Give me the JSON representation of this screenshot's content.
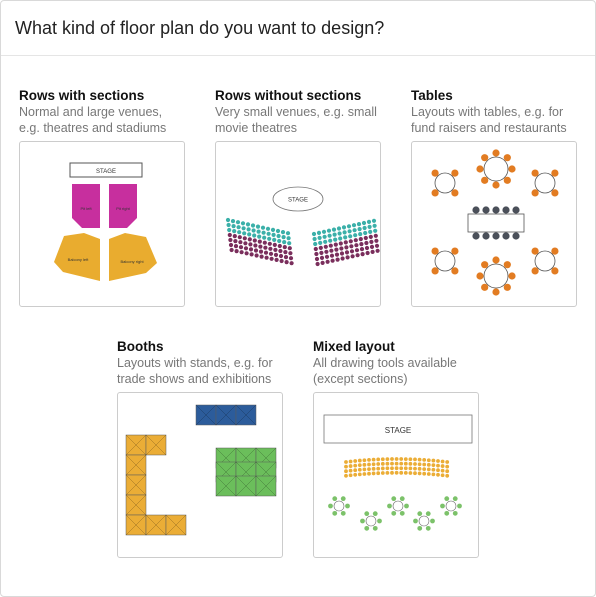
{
  "dialog": {
    "title": "What kind of floor plan do you want to design?"
  },
  "options": [
    {
      "title": "Rows with sections",
      "description_line1": "Normal and large venues,",
      "description_line2": "e.g. theatres and stadiums",
      "preview": {
        "stage_label": "STAGE",
        "sections": [
          "Pit left",
          "Pit right",
          "Balcony left",
          "Balcony right"
        ],
        "colors": {
          "pit": "#c72f9e",
          "balcony": "#e9ac2f"
        }
      }
    },
    {
      "title": "Rows without sections",
      "description_line1": "Very small venues, e.g. small",
      "description_line2": "movie theatres",
      "preview": {
        "stage_label": "STAGE",
        "colors": {
          "front_rows": "#3bb0a9",
          "back_rows": "#7a2e5c"
        }
      }
    },
    {
      "title": "Tables",
      "description_line1": "Layouts with tables, e.g. for",
      "description_line2": "fund raisers and restaurants",
      "preview": {
        "colors": {
          "chair": "#e27c22",
          "long_table_chair": "#4a4f59"
        }
      }
    },
    {
      "title": "Booths",
      "description_line1": "Layouts with stands, e.g. for",
      "description_line2": "trade shows and exhibitions",
      "preview": {
        "colors": {
          "blue": "#2c5c9b",
          "green": "#6bbe5b",
          "orange": "#ebad36"
        }
      }
    },
    {
      "title": "Mixed layout",
      "description_line1": "All drawing tools available",
      "description_line2": "(except sections)",
      "preview": {
        "stage_label": "STAGE",
        "colors": {
          "seat": "#ebad36",
          "chair": "#7cc26a"
        }
      }
    }
  ]
}
